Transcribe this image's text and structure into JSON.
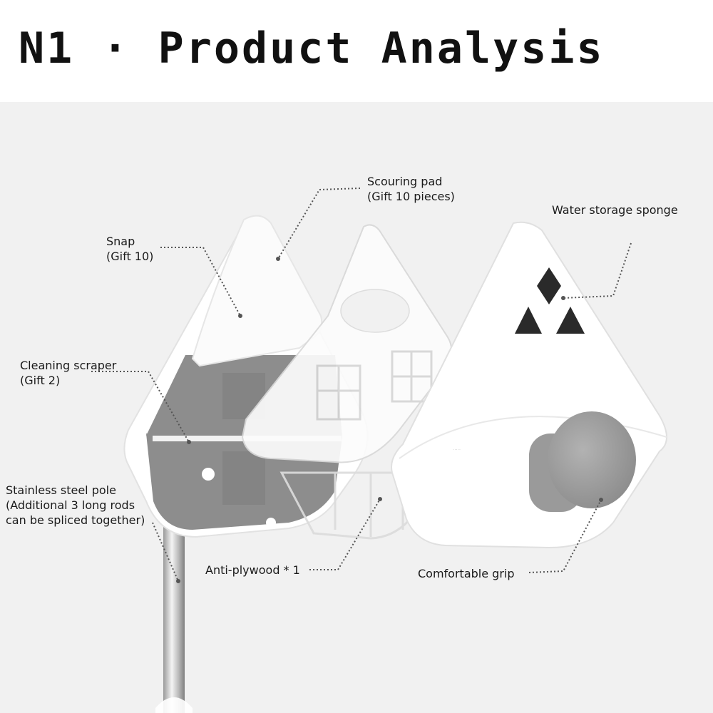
{
  "header": {
    "title": "N1 · Product Analysis"
  },
  "callouts": {
    "snap": {
      "line1": "Snap",
      "line2": "(Gift 10)"
    },
    "scouring_pad": {
      "line1": "Scouring pad",
      "line2": "(Gift 10 pieces)"
    },
    "water_sponge": {
      "line1": "Water storage sponge"
    },
    "cleaning_scraper": {
      "line1": "Cleaning scraper",
      "line2": "(Gift 2)"
    },
    "steel_pole": {
      "line1": "Stainless steel pole",
      "line2": "(Additional 3 long rods",
      "line3": "can be spliced together)"
    },
    "anti_plywood": {
      "line1": "Anti-plywood * 1"
    },
    "grip": {
      "line1": "Comfortable grip"
    }
  },
  "colors": {
    "panel_background": "#f1f1f1",
    "product_white": "#ffffff",
    "product_gray": "#8d8d8d",
    "sponge_black": "#2a2a2a",
    "leader_line": "#555555"
  }
}
